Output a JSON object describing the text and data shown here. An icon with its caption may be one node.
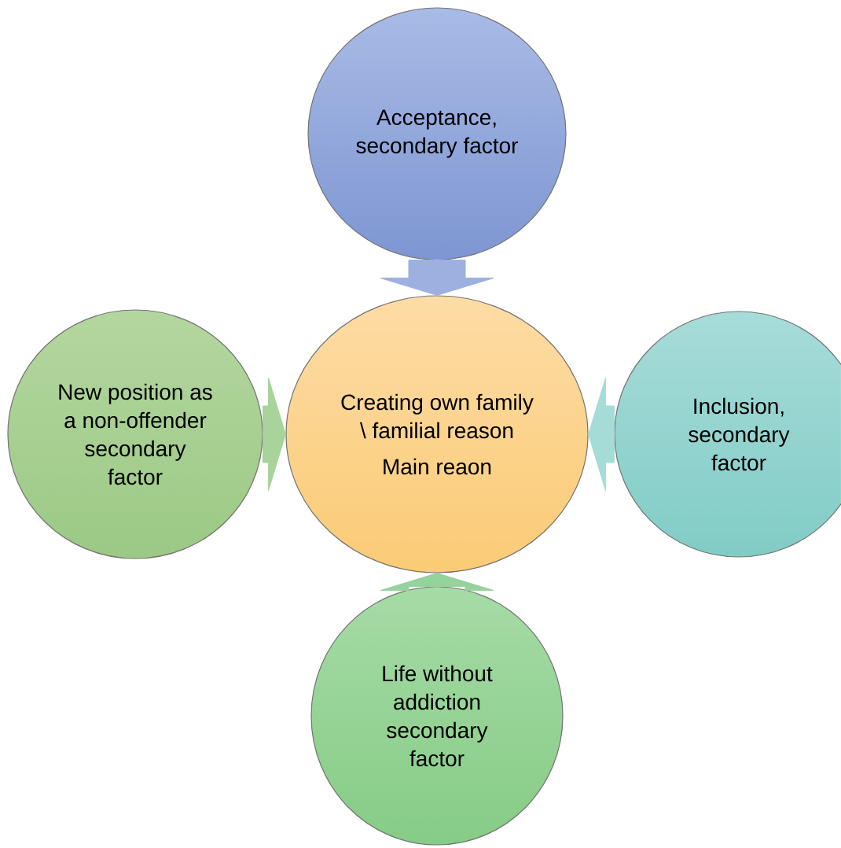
{
  "diagram": {
    "nodes": [
      {
        "text": [
          "Acceptance, secondary factor"
        ]
      },
      {
        "text": [
          "New position as a non-offender secondary factor"
        ]
      },
      {
        "text": [
          "Creating own family \\ familial reason",
          "Main reaon"
        ]
      },
      {
        "text": [
          "Inclusion, secondary factor"
        ]
      },
      {
        "text": [
          "Life without addiction secondary factor"
        ]
      }
    ],
    "edges": [
      {
        "from": 0,
        "to": 2,
        "arrow": "to",
        "style": "thick",
        "color": "#9db0df"
      },
      {
        "from": 1,
        "to": 2,
        "arrow": "to",
        "style": "thick",
        "color": "#a8d39a"
      },
      {
        "from": 3,
        "to": 2,
        "arrow": "to",
        "style": "thick",
        "color": "#a6dcd7"
      },
      {
        "from": 4,
        "to": 2,
        "arrow": "to",
        "style": "thick",
        "color": "#96d29c"
      }
    ]
  }
}
